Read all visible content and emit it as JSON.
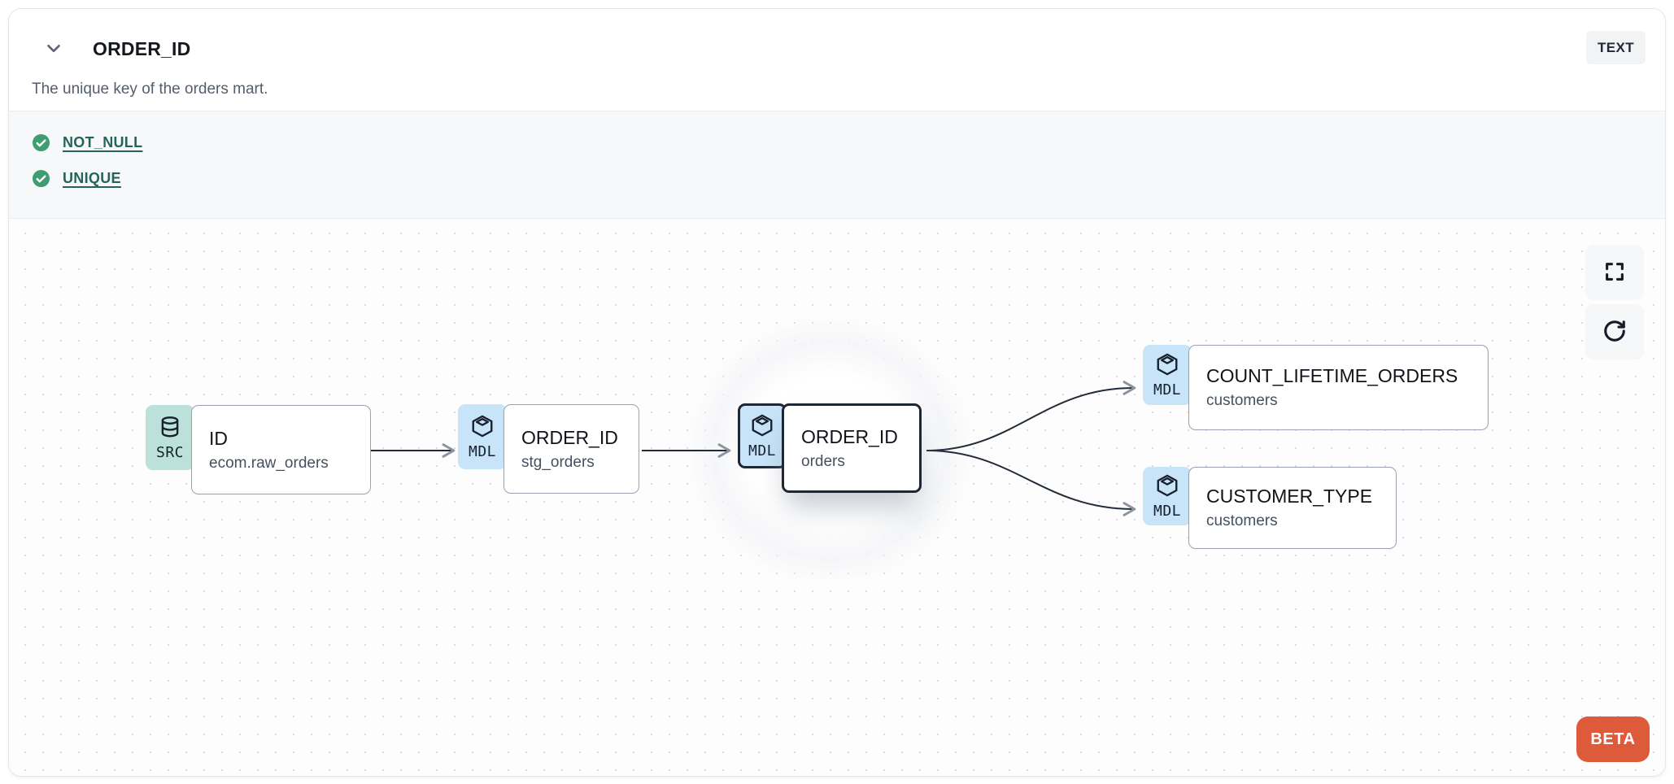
{
  "header": {
    "title": "ORDER_ID",
    "type_badge": "TEXT",
    "description": "The unique key of the orders mart."
  },
  "tests": {
    "items": [
      {
        "name": "NOT_NULL",
        "status": "pass"
      },
      {
        "name": "UNIQUE",
        "status": "pass"
      }
    ]
  },
  "lineage": {
    "nodes": [
      {
        "badge": "SRC",
        "icon": "database-icon",
        "title": "ID",
        "subtitle": "ecom.raw_orders",
        "selected": false
      },
      {
        "badge": "MDL",
        "icon": "cube-icon",
        "title": "ORDER_ID",
        "subtitle": "stg_orders",
        "selected": false
      },
      {
        "badge": "MDL",
        "icon": "cube-icon",
        "title": "ORDER_ID",
        "subtitle": "orders",
        "selected": true
      },
      {
        "badge": "MDL",
        "icon": "cube-icon",
        "title": "COUNT_LIFETIME_ORDERS",
        "subtitle": "customers",
        "selected": false
      },
      {
        "badge": "MDL",
        "icon": "cube-icon",
        "title": "CUSTOMER_TYPE",
        "subtitle": "customers",
        "selected": false
      }
    ],
    "edges": [
      {
        "from": "ID (ecom.raw_orders)",
        "to": "ORDER_ID (stg_orders)"
      },
      {
        "from": "ORDER_ID (stg_orders)",
        "to": "ORDER_ID (orders)"
      },
      {
        "from": "ORDER_ID (orders)",
        "to": "COUNT_LIFETIME_ORDERS (customers)"
      },
      {
        "from": "ORDER_ID (orders)",
        "to": "CUSTOMER_TYPE (customers)"
      }
    ],
    "beta_label": "BETA"
  },
  "colors": {
    "src_badge": "#bce0da",
    "mdl_badge": "#c7e4f9",
    "selected_border": "#1e2733",
    "edge": "#222b38",
    "arrowhead": "#8b94a1",
    "test_green": "#3f9e71",
    "link_teal": "#26635a",
    "beta_orange": "#dd5b3b",
    "tests_bg": "#f7f8fa"
  }
}
